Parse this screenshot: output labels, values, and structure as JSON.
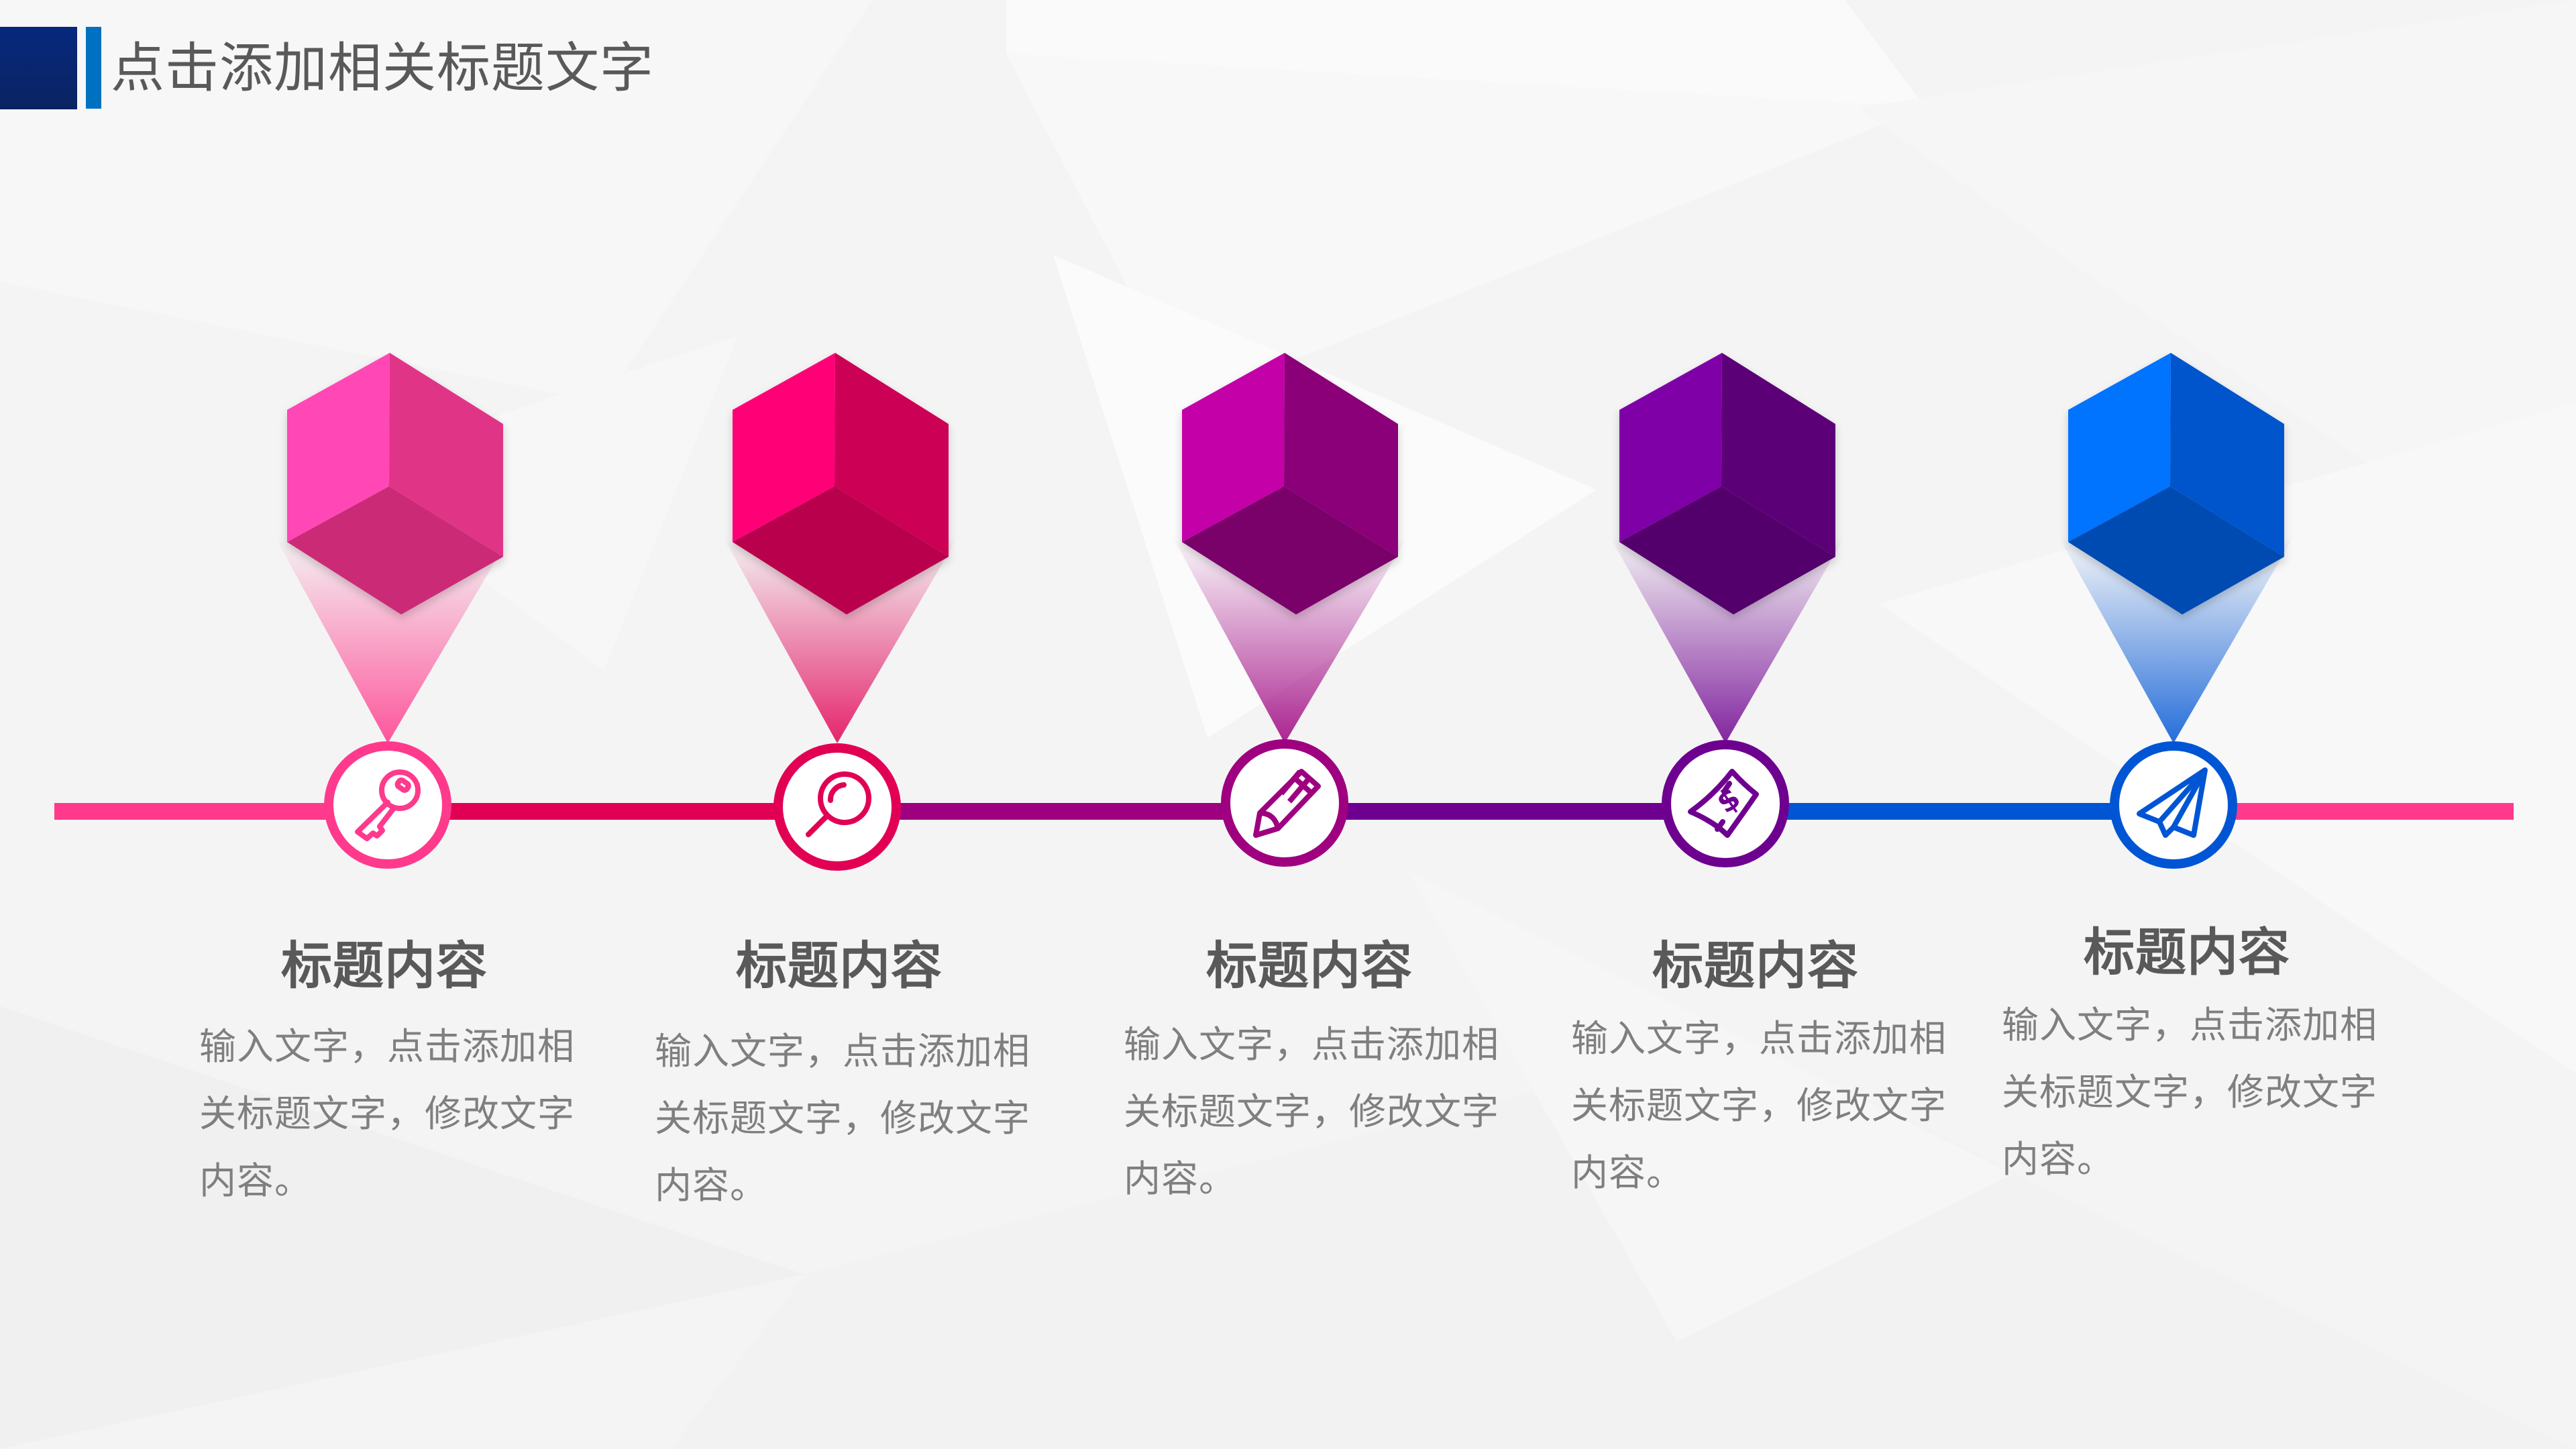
{
  "header": {
    "title": "点击添加相关标题文字",
    "accent_dark": "#0b2766",
    "accent_blue": "#0070c0"
  },
  "timeline": {
    "line_end_color": "#ff3a8c",
    "segment_colors": [
      "#ff3a8c",
      "#e20055",
      "#9e0080",
      "#6e0090",
      "#0055d4",
      "#ff3a8c"
    ]
  },
  "steps": [
    {
      "heading": "标题内容",
      "body_lines": [
        "输入文字，点击添加相",
        "关标题文字，修改文字",
        "内容。"
      ],
      "icon": "key-icon",
      "ring_color": "#ff3a8c",
      "cube_colors": {
        "left": "#ff47b5",
        "right": "#e03487",
        "bottom": "#cb2c77"
      }
    },
    {
      "heading": "标题内容",
      "body_lines": [
        "输入文字，点击添加相",
        "关标题文字，修改文字",
        "内容。"
      ],
      "icon": "magnifier-icon",
      "ring_color": "#e20055",
      "cube_colors": {
        "left": "#ff0077",
        "right": "#cc0055",
        "bottom": "#b8004d"
      }
    },
    {
      "heading": "标题内容",
      "body_lines": [
        "输入文字，点击添加相",
        "关标题文字，修改文字",
        "内容。"
      ],
      "icon": "pencil-icon",
      "ring_color": "#9e0080",
      "cube_colors": {
        "left": "#c400a8",
        "right": "#8b0078",
        "bottom": "#7a006b"
      }
    },
    {
      "heading": "标题内容",
      "body_lines": [
        "输入文字，点击添加相",
        "关标题文字，修改文字",
        "内容。"
      ],
      "icon": "money-bill-icon",
      "ring_color": "#6e0090",
      "cube_colors": {
        "left": "#8000a8",
        "right": "#5c0078",
        "bottom": "#52006c"
      }
    },
    {
      "heading": "标题内容",
      "body_lines": [
        "输入文字，点击添加相",
        "关标题文字，修改文字",
        "内容。"
      ],
      "icon": "paper-plane-icon",
      "ring_color": "#0055d4",
      "cube_colors": {
        "left": "#0073ff",
        "right": "#0055cc",
        "bottom": "#004bb2"
      }
    }
  ]
}
